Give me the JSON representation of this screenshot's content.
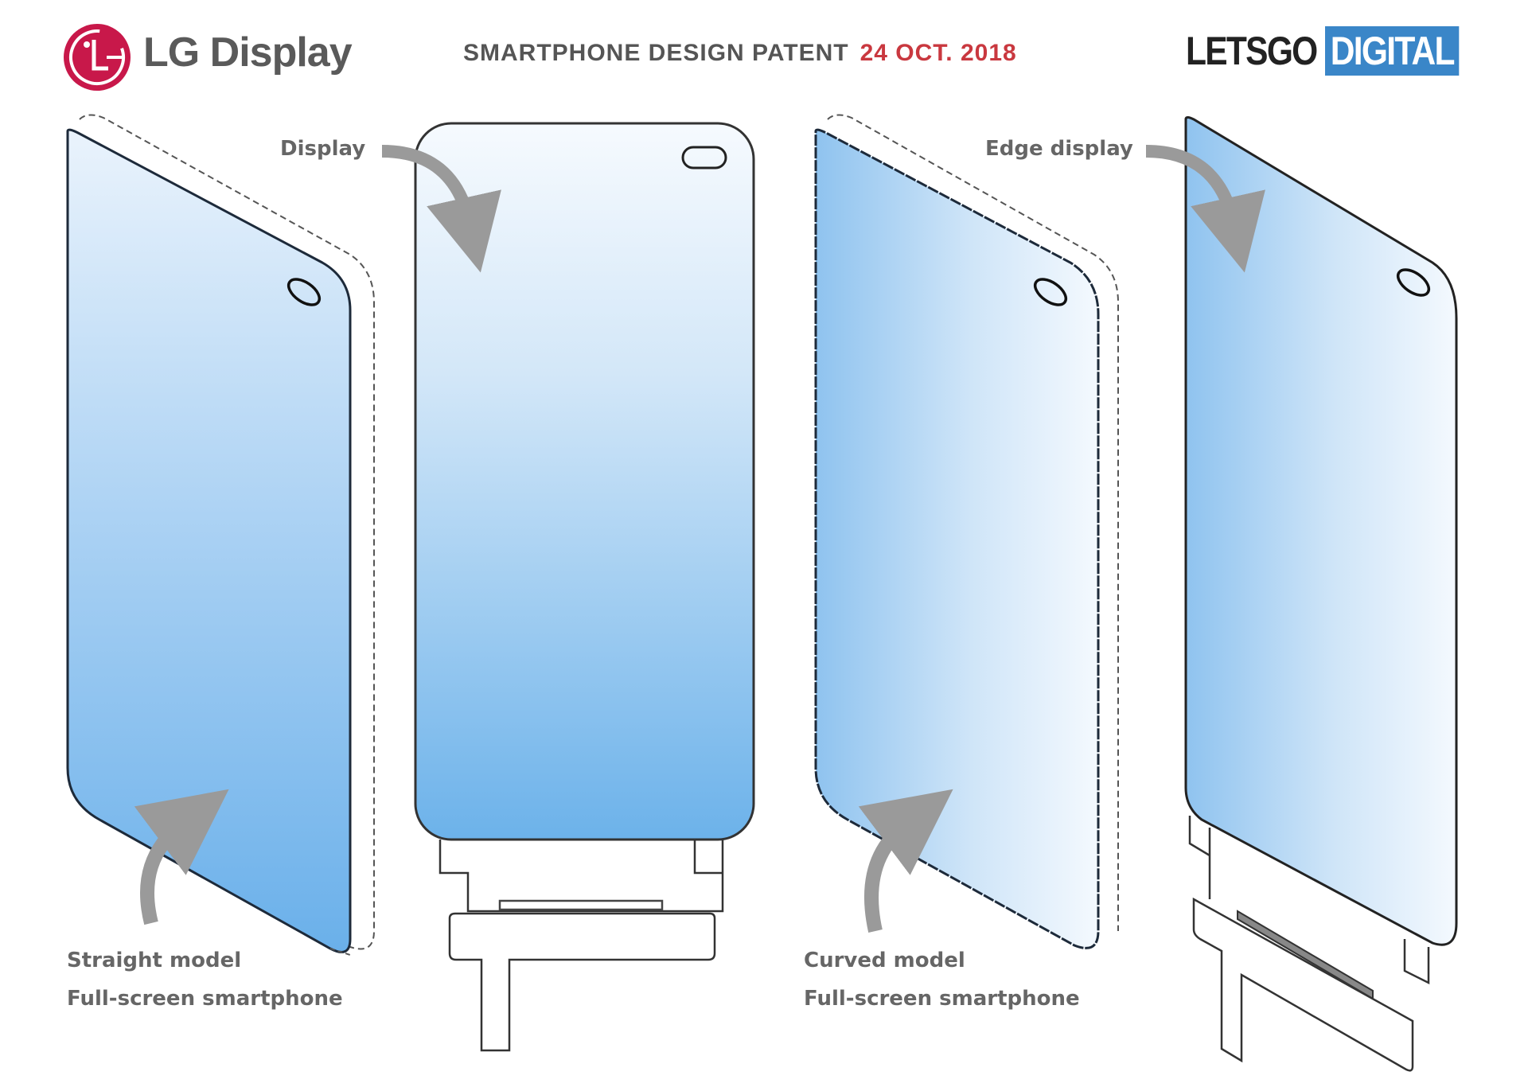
{
  "header": {
    "logo_text": "LG Display",
    "title": "SMARTPHONE DESIGN PATENT",
    "date": "24 OCT. 2018",
    "brand_part1": "LETSGO",
    "brand_part2": "DIGITAL"
  },
  "colors": {
    "lg_red": "#c8184a",
    "date_red": "#c9383f",
    "brand_blue": "#3a86c8",
    "screen_blue": "#74b6ea",
    "screen_light": "#f4f9fe"
  },
  "callouts": {
    "display": "Display",
    "edge_display": "Edge display"
  },
  "captions": {
    "straight_model": "Straight model",
    "straight_sub": "Full-screen smartphone",
    "curved_model": "Curved model",
    "curved_sub": "Full-screen smartphone"
  },
  "figures": [
    {
      "name": "straight-model-phone",
      "view": "isometric"
    },
    {
      "name": "straight-display-panel",
      "view": "front"
    },
    {
      "name": "curved-model-phone",
      "view": "isometric"
    },
    {
      "name": "edge-display-panel",
      "view": "isometric"
    }
  ]
}
